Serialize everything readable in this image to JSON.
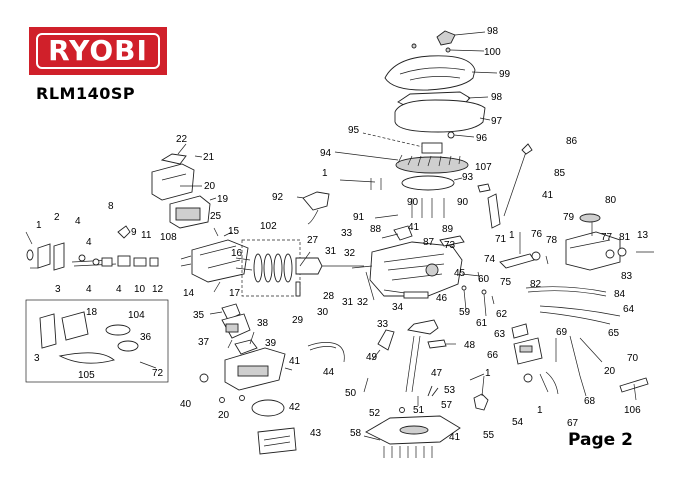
{
  "brand": {
    "logo_text": "RYOBI",
    "logo_color": "#d0202a"
  },
  "model": "RLM140SP",
  "page_label": "Page 2",
  "part_numbers": {
    "n1a": "1",
    "n2": "2",
    "n3a": "3",
    "n4a": "4",
    "n4b": "4",
    "n4c": "4",
    "n4d": "4",
    "n8": "8",
    "n9": "9",
    "n10": "10",
    "n11": "11",
    "n12": "12",
    "n22": "22",
    "n21": "21",
    "n20a": "20",
    "n19": "19",
    "n25": "25",
    "n15": "15",
    "n108": "108",
    "n16": "16",
    "n17": "17",
    "n14": "14",
    "n18": "18",
    "n104": "104",
    "n36": "36",
    "n3b": "3",
    "n105": "105",
    "n72": "72",
    "n102": "102",
    "n27": "27",
    "n28": "28",
    "n29": "29",
    "n30": "30",
    "n31a": "31",
    "n31b": "31",
    "n32a": "32",
    "n32b": "32",
    "n33a": "33",
    "n33b": "33",
    "n34": "34",
    "n35": "35",
    "n37": "37",
    "n38": "38",
    "n39": "39",
    "n41a": "41",
    "n44": "44",
    "n40": "40",
    "n20b": "20",
    "n42": "42",
    "n43": "43",
    "n98a": "98",
    "n100": "100",
    "n99": "99",
    "n98b": "98",
    "n97": "97",
    "n95": "95",
    "n96": "96",
    "n94": "94",
    "n93": "93",
    "n1b": "1",
    "n92": "92",
    "n90a": "90",
    "n90b": "90",
    "n91": "91",
    "n88": "88",
    "n41b": "41",
    "n89": "89",
    "n87": "87",
    "n73": "73",
    "n71": "71",
    "n74": "74",
    "n45": "45",
    "n46": "46",
    "n59": "59",
    "n60": "60",
    "n61": "61",
    "n62": "62",
    "n48": "48",
    "n49": "49",
    "n47": "47",
    "n50": "50",
    "n53": "53",
    "n52": "52",
    "n51": "51",
    "n57": "57",
    "n58": "58",
    "n41c": "41",
    "n55": "55",
    "n54": "54",
    "n1c": "1",
    "n1d": "1",
    "n86": "86",
    "n107": "107",
    "n85": "85",
    "n41d": "41",
    "n75": "75",
    "n76": "76",
    "n79": "79",
    "n80": "80",
    "n78": "78",
    "n77": "77",
    "n81": "81",
    "n13": "13",
    "n83": "83",
    "n82": "82",
    "n84": "84",
    "n64": "64",
    "n65": "65",
    "n63": "63",
    "n66": "66",
    "n69": "69",
    "n70": "70",
    "n20c": "20",
    "n68": "68",
    "n67": "67",
    "n1e": "1",
    "n106": "106"
  }
}
